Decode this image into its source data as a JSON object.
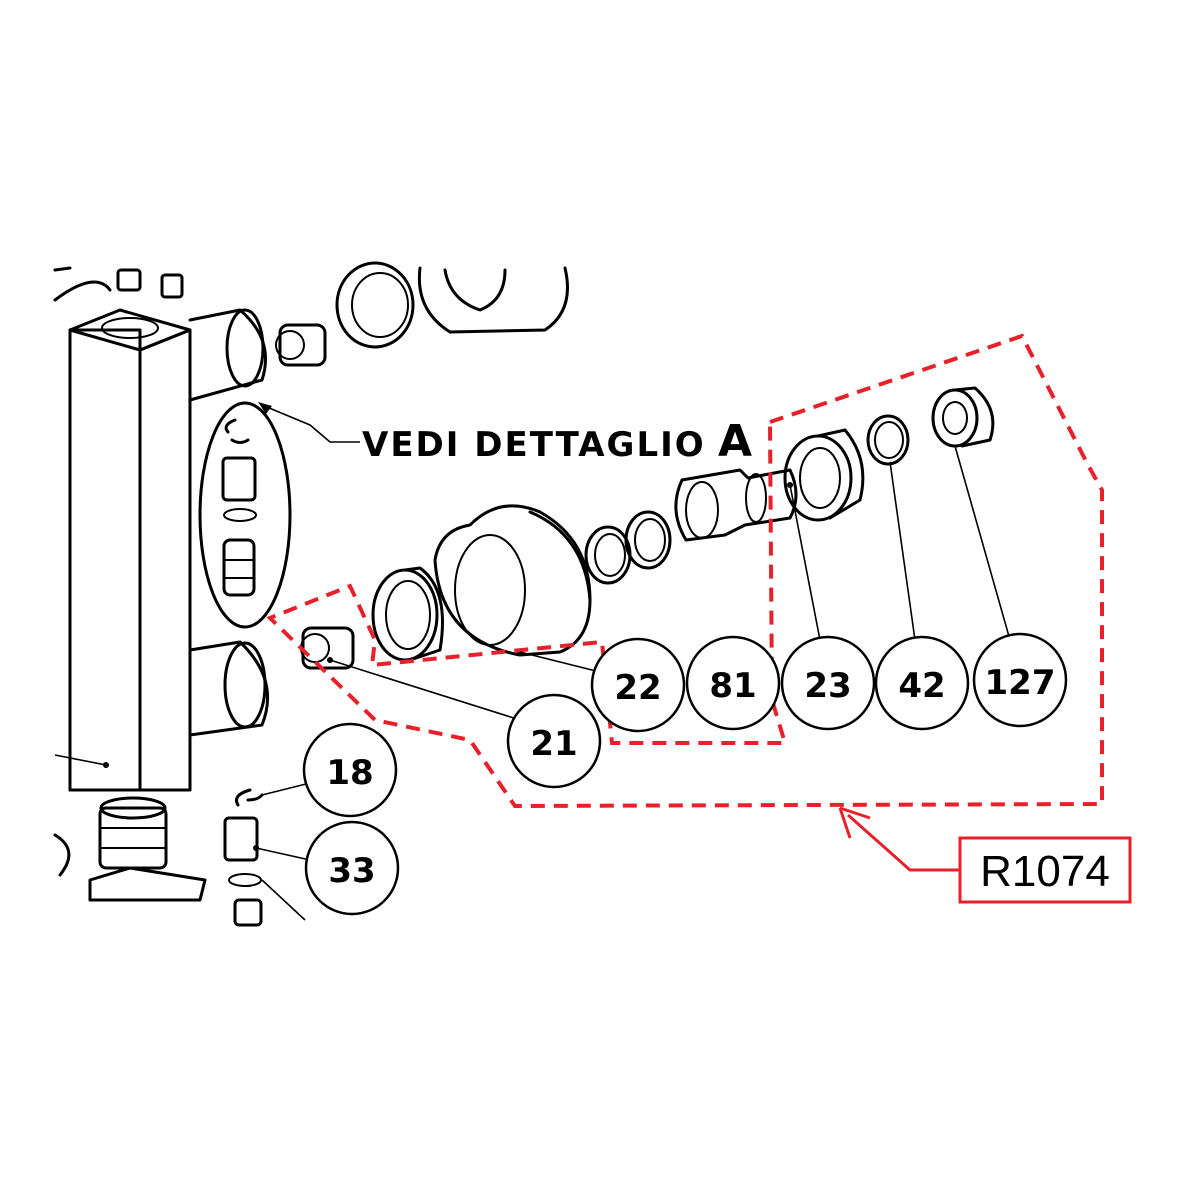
{
  "detail_note": {
    "text": "VEDI DETTAGLIO",
    "letter": "A"
  },
  "kit_code": "R1074",
  "callouts": [
    {
      "id": "c22",
      "label": "22"
    },
    {
      "id": "c81",
      "label": "81"
    },
    {
      "id": "c23",
      "label": "23"
    },
    {
      "id": "c42",
      "label": "42"
    },
    {
      "id": "c127",
      "label": "127"
    },
    {
      "id": "c21",
      "label": "21"
    },
    {
      "id": "c18",
      "label": "18"
    },
    {
      "id": "c33",
      "label": "33"
    }
  ],
  "colors": {
    "ink": "#000000",
    "kit_outline": "#e8202a",
    "background": "#ffffff"
  }
}
